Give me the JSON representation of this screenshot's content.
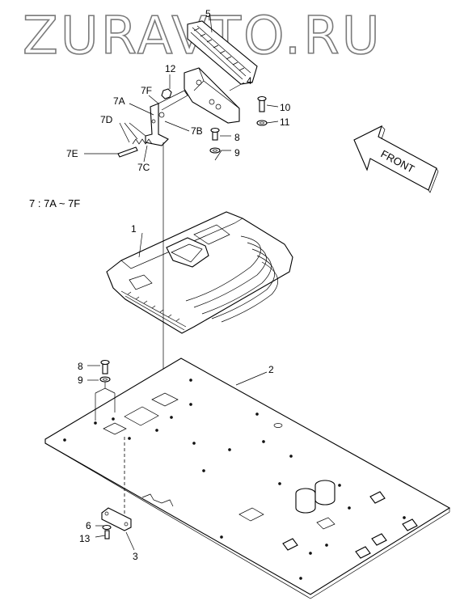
{
  "watermark": "ZURAVTO.RU",
  "note": "7 : 7A ~ 7F",
  "front_label": "FRONT",
  "callouts": {
    "c5": "5",
    "c4": "4",
    "c12": "12",
    "c7f": "7F",
    "c7a": "7A",
    "c7d": "7D",
    "c7b": "7B",
    "c7e": "7E",
    "c7c": "7C",
    "c8_top": "8",
    "c9_top": "9",
    "c10": "10",
    "c11": "11",
    "c1": "1",
    "c8_bottom": "8",
    "c9_bottom": "9",
    "c2": "2",
    "c6": "6",
    "c13": "13",
    "c3": "3"
  }
}
